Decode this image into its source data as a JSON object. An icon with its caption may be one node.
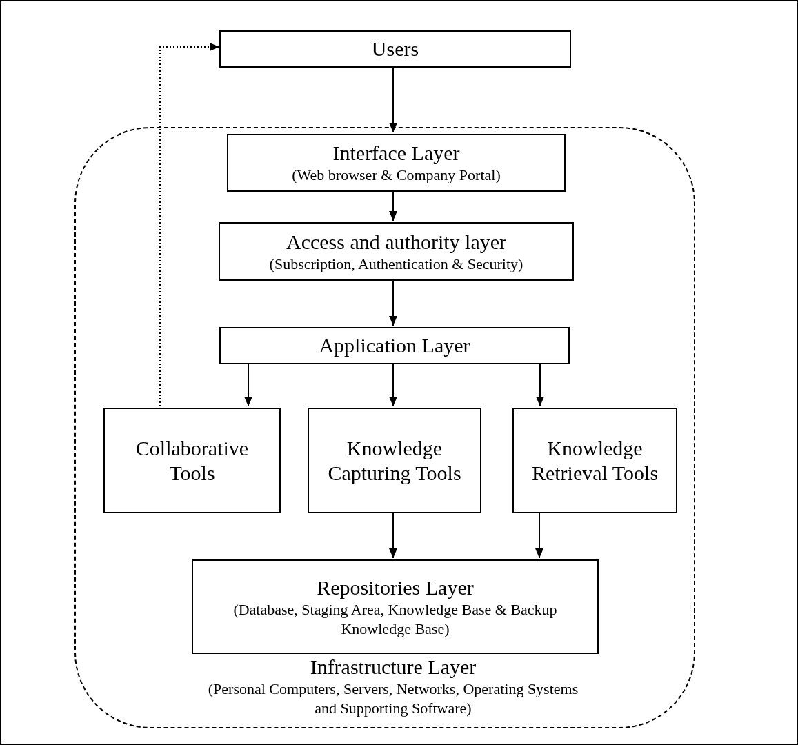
{
  "diagram": {
    "nodes": [
      {
        "text": [
          "Users"
        ]
      },
      {
        "text": [
          "Infrastructure Layer",
          "(Personal Computers, Servers, Networks, Operating Systems and Supporting Software)"
        ]
      },
      {
        "text": [
          "Interface Layer",
          "(Web browser & Company Portal)"
        ],
        "in": 1
      },
      {
        "text": [
          "Access and authority layer",
          "(Subscription, Authentication & Security)"
        ],
        "in": 1
      },
      {
        "text": [
          "Application Layer"
        ],
        "in": 1
      },
      {
        "text": [
          "Collaborative Tools"
        ],
        "in": 1
      },
      {
        "text": [
          "Knowledge Capturing Tools"
        ],
        "in": 1
      },
      {
        "text": [
          "Knowledge Retrieval Tools"
        ],
        "in": 1
      },
      {
        "text": [
          "Repositories Layer",
          "(Database, Staging Area, Knowledge Base & Backup Knowledge Base)"
        ],
        "in": 1
      }
    ],
    "edges": [
      {
        "from": 0,
        "to": 2,
        "arrow": "to"
      },
      {
        "from": 2,
        "to": 3,
        "arrow": "to"
      },
      {
        "from": 3,
        "to": 4,
        "arrow": "to"
      },
      {
        "from": 4,
        "to": 5,
        "arrow": "to"
      },
      {
        "from": 4,
        "to": 6,
        "arrow": "to"
      },
      {
        "from": 4,
        "to": 7,
        "arrow": "to"
      },
      {
        "from": 6,
        "to": 8,
        "arrow": "to"
      },
      {
        "from": 7,
        "to": 8,
        "arrow": "to"
      },
      {
        "from": 5,
        "to": 0,
        "arrow": "to",
        "style": "dashed"
      }
    ]
  }
}
